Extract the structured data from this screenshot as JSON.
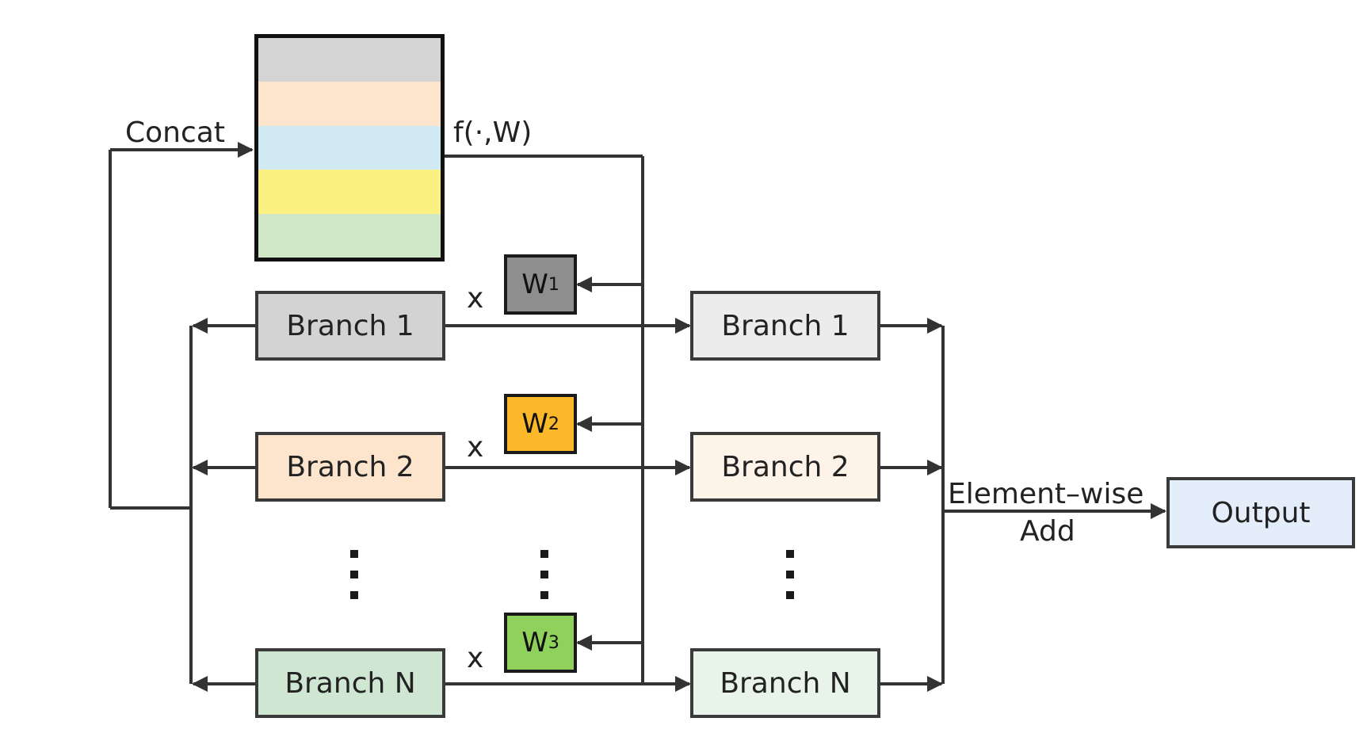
{
  "labels": {
    "concat": "Concat",
    "f_w": "f(·,W)",
    "element_wise": "Element–wise",
    "add": "Add",
    "multiply_1": "x",
    "multiply_2": "x",
    "multiply_3": "x"
  },
  "left_branches": [
    {
      "label": "Branch 1",
      "color": "#d3d3d3"
    },
    {
      "label": "Branch 2",
      "color": "#fde4cc"
    },
    {
      "label": "Branch N",
      "color": "#cfe6d2"
    }
  ],
  "right_branches": [
    {
      "label": "Branch 1",
      "color": "#ececec"
    },
    {
      "label": "Branch 2",
      "color": "#fdf3e8"
    },
    {
      "label": "Branch N",
      "color": "#e8f3ea"
    }
  ],
  "weights": [
    {
      "base": "W",
      "sub": "1",
      "color": "#8e8e8e"
    },
    {
      "base": "W",
      "sub": "2",
      "color": "#fbb829"
    },
    {
      "base": "W",
      "sub": "3",
      "color": "#8fd15a"
    }
  ],
  "output": {
    "label": "Output",
    "color": "#e4eefa"
  },
  "concat_stack_colors": [
    "#d4d4d4",
    "#fde4cc",
    "#d1e9f3",
    "#fbf183",
    "#cfe6c7"
  ]
}
